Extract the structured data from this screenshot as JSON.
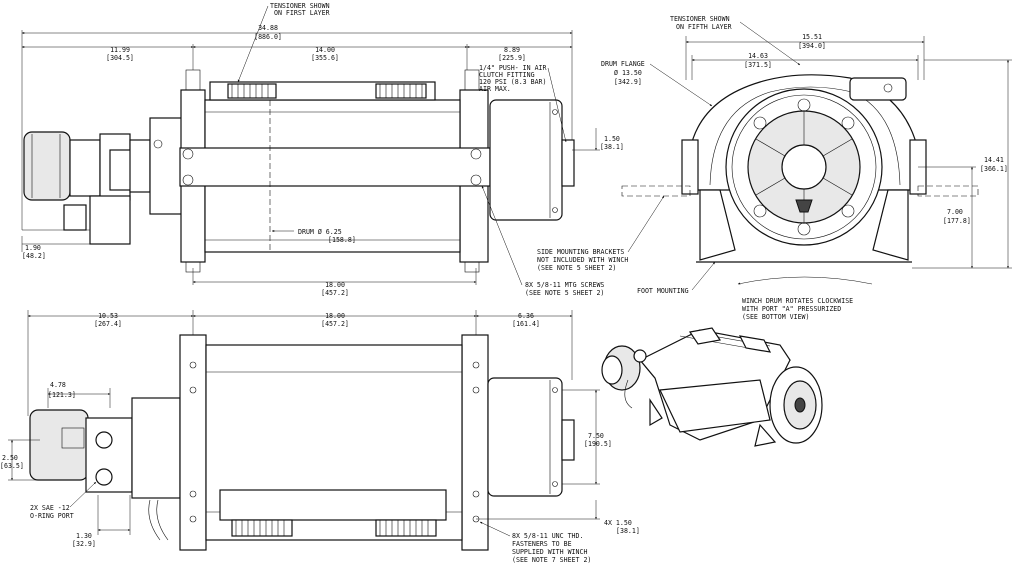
{
  "top_view": {
    "tensioner_first": [
      "TENSIONER SHOWN",
      "ON FIRST LAYER"
    ],
    "overall_length": "34.88",
    "overall_length_mm": "[886.0]",
    "left_length": "11.99",
    "left_length_mm": "[304.5]",
    "drum_length": "14.00",
    "drum_length_mm": "[355.6]",
    "right_length": "8.89",
    "right_length_mm": "[225.9]",
    "clutch_note": [
      "1/4\" PUSH- IN AIR",
      "CLUTCH FITTING",
      "120 PSI (8.3 BAR)",
      "AIR MAX."
    ],
    "right_offset": "1.50",
    "right_offset_mm": "[38.1]",
    "drum_dia": "DRUM Ø 6.25",
    "drum_dia_mm": "[158.8]",
    "left_offset": "1.90",
    "left_offset_mm": "[48.2]",
    "mount_span": "18.00",
    "mount_span_mm": "[457.2]",
    "screws_note": [
      "8X 5/8-11 MTG SCREWS",
      "(SEE NOTE 5 SHEET 2)"
    ]
  },
  "end_view": {
    "tensioner_fifth": [
      "TENSIONER SHOWN",
      "ON FIFTH LAYER"
    ],
    "overall_width": "15.51",
    "overall_width_mm": "[394.0]",
    "inner_width": "14.63",
    "inner_width_mm": "[371.5]",
    "flange_label": [
      "DRUM FLANGE",
      "Ø 13.50",
      "[342.9]"
    ],
    "overall_height": "14.41",
    "overall_height_mm": "[366.1]",
    "center_height": "7.00",
    "center_height_mm": "[177.8]",
    "brackets_note": [
      "SIDE MOUNTING BRACKETS",
      "NOT INCLUDED WITH WINCH",
      "(SEE NOTE 5 SHEET 2)"
    ],
    "foot_mounting": "FOOT MOUNTING",
    "rotation_note": [
      "WINCH DRUM ROTATES CLOCKWISE",
      "WITH PORT \"A\" PRESSURIZED",
      "(SEE BOTTOM VIEW)"
    ]
  },
  "bottom_view": {
    "left_length": "10.53",
    "left_length_mm": "[267.4]",
    "mount_span": "18.00",
    "mount_span_mm": "[457.2]",
    "right_length": "6.36",
    "right_length_mm": "[161.4]",
    "motor_width": "4.78",
    "motor_width_mm": "[121.3]",
    "motor_offset": "2.50",
    "motor_offset_mm": "[63.5]",
    "port_note": [
      "2X SAE -12",
      "O-RING PORT"
    ],
    "port_offset": "1.30",
    "port_offset_mm": "[32.9]",
    "hole_span": "7.50",
    "hole_span_mm": "[190.5]",
    "hole_spacing": "4X 1.50",
    "hole_spacing_mm": "[38.1]",
    "fasteners_note": [
      "8X 5/8-11 UNC THD.",
      "FASTENERS TO BE",
      "SUPPLIED WITH WINCH",
      "(SEE NOTE 7 SHEET 2)"
    ]
  }
}
